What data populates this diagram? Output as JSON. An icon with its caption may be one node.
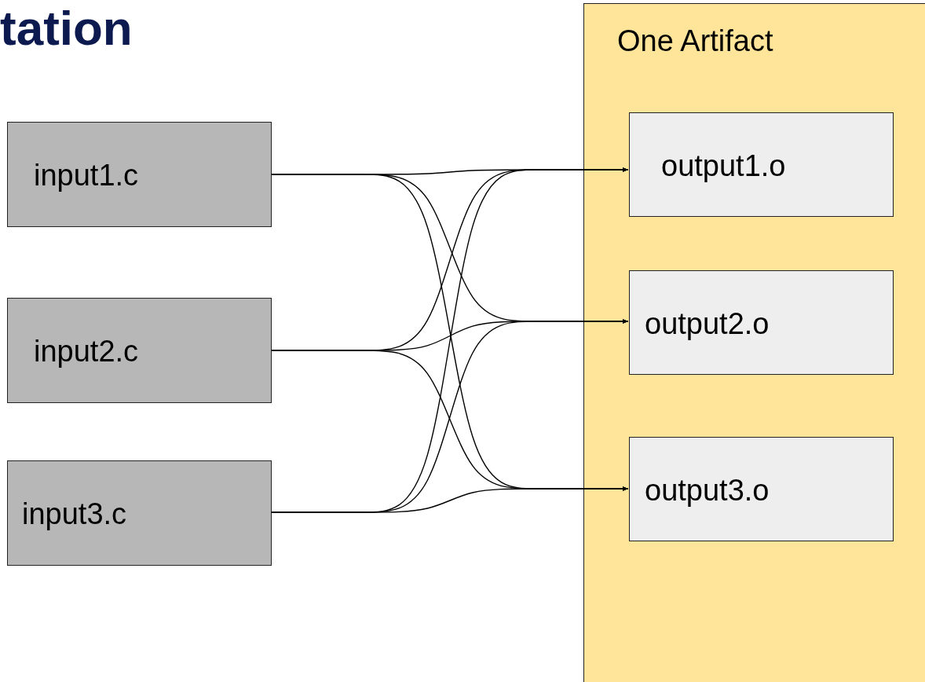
{
  "diagram": {
    "title": "tation",
    "nodes": [
      {
        "text": [
          "input1.c"
        ]
      },
      {
        "text": [
          "input2.c"
        ]
      },
      {
        "text": [
          "input3.c"
        ]
      },
      {
        "text": [
          "One Artifact"
        ]
      },
      {
        "text": [
          "output1.o"
        ],
        "in": 3
      },
      {
        "text": [
          "output2.o"
        ],
        "in": 3
      },
      {
        "text": [
          "output3.o"
        ],
        "in": 3
      }
    ],
    "edges": [
      {
        "from": 0,
        "to": 4,
        "arrow": "to"
      },
      {
        "from": 0,
        "to": 5,
        "arrow": "to"
      },
      {
        "from": 0,
        "to": 6,
        "arrow": "to"
      },
      {
        "from": 1,
        "to": 4,
        "arrow": "to"
      },
      {
        "from": 1,
        "to": 5,
        "arrow": "to"
      },
      {
        "from": 1,
        "to": 6,
        "arrow": "to"
      },
      {
        "from": 2,
        "to": 4,
        "arrow": "to"
      },
      {
        "from": 2,
        "to": 5,
        "arrow": "to"
      },
      {
        "from": 2,
        "to": 6,
        "arrow": "to"
      }
    ]
  }
}
